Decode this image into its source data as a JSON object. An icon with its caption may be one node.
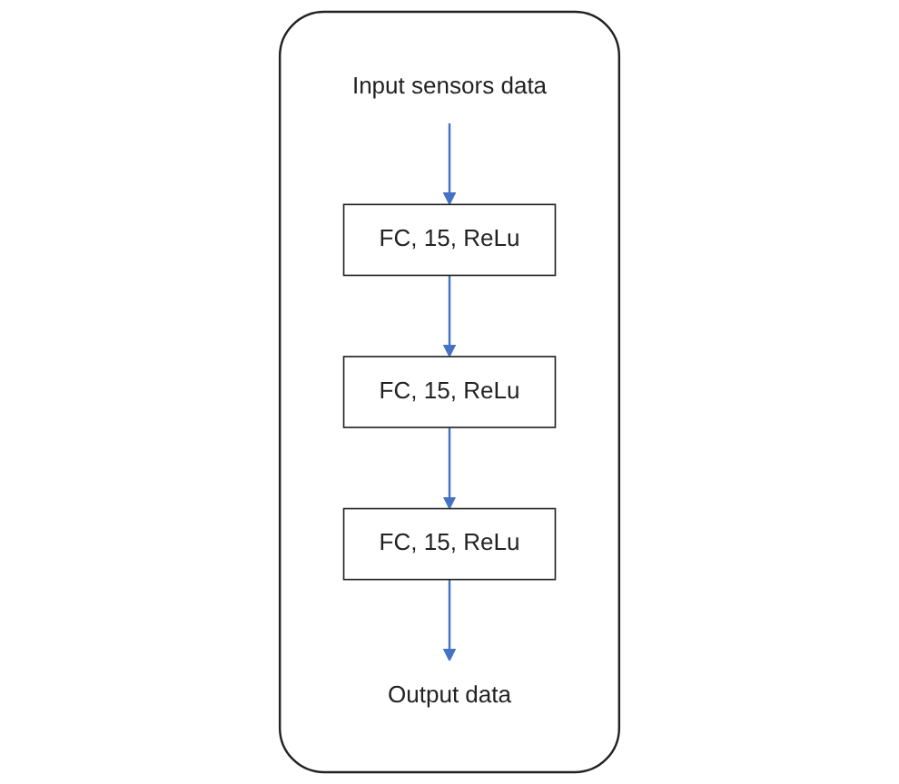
{
  "diagram": {
    "nodes": [
      {
        "text": [],
        "shape": "box"
      },
      {
        "text": [
          "Input sensors data"
        ],
        "in": 0
      },
      {
        "text": [
          "FC, 15, ReLu"
        ],
        "in": 0
      },
      {
        "text": [
          "FC, 15, ReLu"
        ],
        "in": 0
      },
      {
        "text": [
          "FC, 15, ReLu"
        ],
        "in": 0
      },
      {
        "text": [
          "Output data"
        ],
        "in": 0
      }
    ],
    "edges": [
      {
        "from": 1,
        "to": 2,
        "arrow": "to"
      },
      {
        "from": 2,
        "to": 3,
        "arrow": "to"
      },
      {
        "from": 3,
        "to": 4,
        "arrow": "to"
      },
      {
        "from": 4,
        "to": 5,
        "arrow": "to"
      }
    ]
  }
}
